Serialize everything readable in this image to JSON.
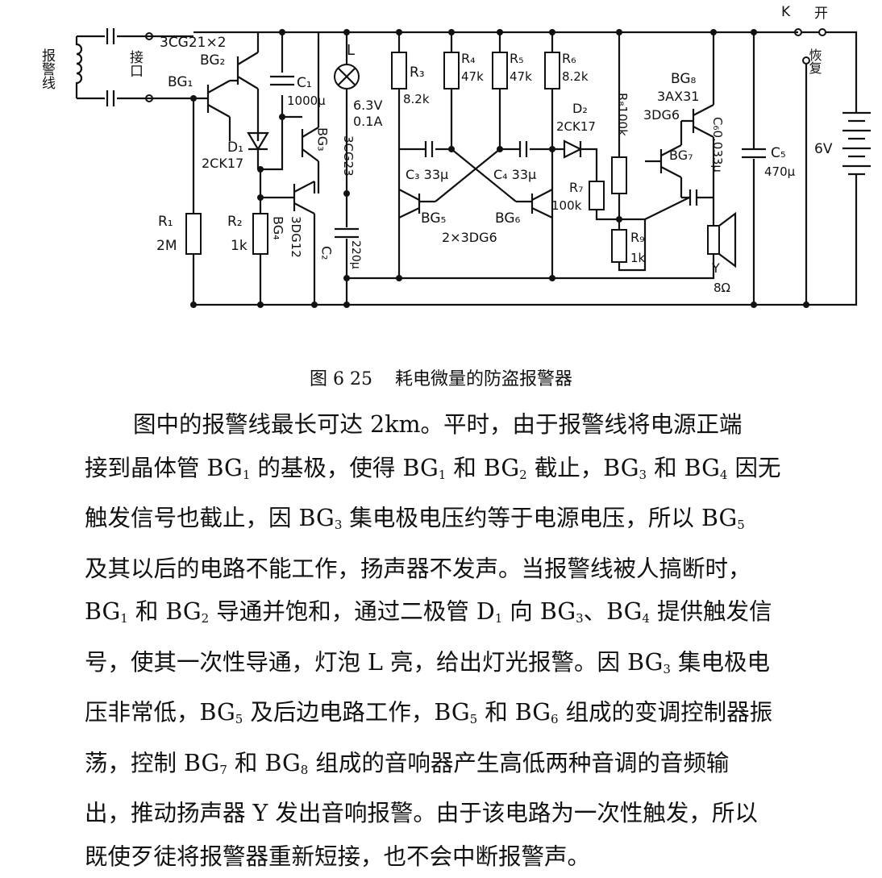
{
  "schematic": {
    "labels": {
      "alarm_wire": "报警线",
      "port": "接口",
      "bg1": "BG₁",
      "bg2_type": "3CG21×2",
      "bg2": "BG₂",
      "c1_name": "C₁",
      "c1_val": "1000μ",
      "lamp": "L",
      "lamp_rating1": "6.3V",
      "lamp_rating2": "0.1A",
      "bg3_type": "3CG23",
      "bg3": "BG₃",
      "d1_name": "D₁",
      "d1_type": "2CK17",
      "r1_name": "R₁",
      "r1_val": "2M",
      "r2_name": "R₂",
      "r2_val": "1k",
      "bg4": "BG₄",
      "bg4_type": "3DG12",
      "c2_name": "C₂",
      "c2_val": "220μ",
      "r3_name": "R₃",
      "r3_val": "8.2k",
      "r4_name": "R₄",
      "r4_val": "47k",
      "r5_name": "R₅",
      "r5_val": "47k",
      "r6_name": "R₆",
      "r6_val": "8.2k",
      "c3": "C₃ 33μ",
      "c4": "C₄ 33μ",
      "bg5": "BG₅",
      "bg6": "BG₆",
      "bg56_type": "2×3DG6",
      "d2_name": "D₂",
      "d2_type": "2CK17",
      "r7_name": "R₇",
      "r7_val": "100k",
      "r8": "R₈100k",
      "r9_name": "R₉",
      "r9_val": "1k",
      "bg8": "BG₈",
      "bg8_type": "3AX31",
      "bg7_type": "3DG6",
      "bg7": "BG₇",
      "c6": "C₆0.033μ",
      "speaker_name": "Y",
      "speaker_val": "8Ω",
      "c5_name": "C₅",
      "c5_val": "470μ",
      "switch": "K",
      "open": "开",
      "reset": "恢复",
      "battery": "6V"
    }
  },
  "caption": {
    "number": "图 6 25",
    "title": "耗电微量的防盗报警器"
  },
  "body": {
    "lines": [
      [
        "图中的报警线最长可达 2km。平时，由于报警线将电源正端"
      ],
      [
        "接到晶体管 BG",
        "1",
        " 的基极，使得 BG",
        "1",
        " 和 BG",
        "2",
        " 截止，BG",
        "3",
        " 和 BG",
        "4",
        " 因无"
      ],
      [
        "触发信号也截止，因 BG",
        "3",
        " 集电极电压约等于电源电压，所以 BG",
        "5"
      ],
      [
        "及其以后的电路不能工作，扬声器不发声。当报警线被人搞断时，"
      ],
      [
        "BG",
        "1",
        " 和 BG",
        "2",
        " 导通并饱和，通过二极管 D",
        "1",
        " 向 BG",
        "3",
        "、BG",
        "4",
        " 提供触发信"
      ],
      [
        "号，使其一次性导通，灯泡 L 亮，给出灯光报警。因 BG",
        "3",
        " 集电极电"
      ],
      [
        "压非常低，BG",
        "5",
        " 及后边电路工作，BG",
        "5",
        " 和 BG",
        "6",
        " 组成的变调控制器振"
      ],
      [
        "荡，控制 BG",
        "7",
        " 和 BG",
        "8",
        " 组成的音响器产生高低两种音调的音频输"
      ],
      [
        "出，推动扬声器 Y 发出音响报警。由于该电路为一次性触发，所以"
      ],
      [
        "既使歹徒将报警器重新短接，也不会中断报警声。"
      ]
    ]
  }
}
